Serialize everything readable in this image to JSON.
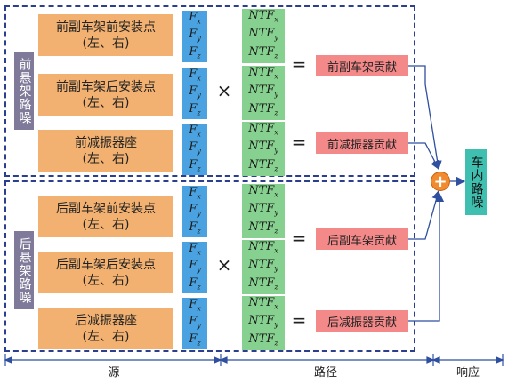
{
  "front": {
    "label": "前悬架路噪",
    "sources": [
      {
        "line1": "前副车架前安装点",
        "line2": "(左、右)"
      },
      {
        "line1": "前副车架后安装点",
        "line2": "(左、右)"
      },
      {
        "line1": "前减振器座",
        "line2": "(左、右)"
      }
    ],
    "contributions": [
      "前副车架贡献",
      "前减振器贡献"
    ]
  },
  "rear": {
    "label": "后悬架路噪",
    "sources": [
      {
        "line1": "后副车架前安装点",
        "line2": "(左、右)"
      },
      {
        "line1": "后副车架后安装点",
        "line2": "(左、右)"
      },
      {
        "line1": "后减振器座",
        "line2": "(左、右)"
      }
    ],
    "contributions": [
      "后副车架贡献",
      "后减振器贡献"
    ]
  },
  "force": {
    "symbol": "F",
    "subs": [
      "x",
      "y",
      "z"
    ]
  },
  "ntf": {
    "symbol": "NTF",
    "subs": [
      "x",
      "y",
      "z"
    ]
  },
  "operators": {
    "times": "×",
    "equals": "=",
    "plus": "+"
  },
  "response": "车内路噪",
  "axis": {
    "source": "源",
    "path": "路径",
    "response": "响应"
  },
  "colors": {
    "source_box": "#f2b170",
    "force_box": "#4aa3e0",
    "ntf_box": "#86d18f",
    "contribution_box": "#f4898a",
    "response_box": "#3fbfb0",
    "plus_circle": "#f28b2f",
    "group_border": "#2b3f8f",
    "sidebar": "#7f7a9a"
  }
}
